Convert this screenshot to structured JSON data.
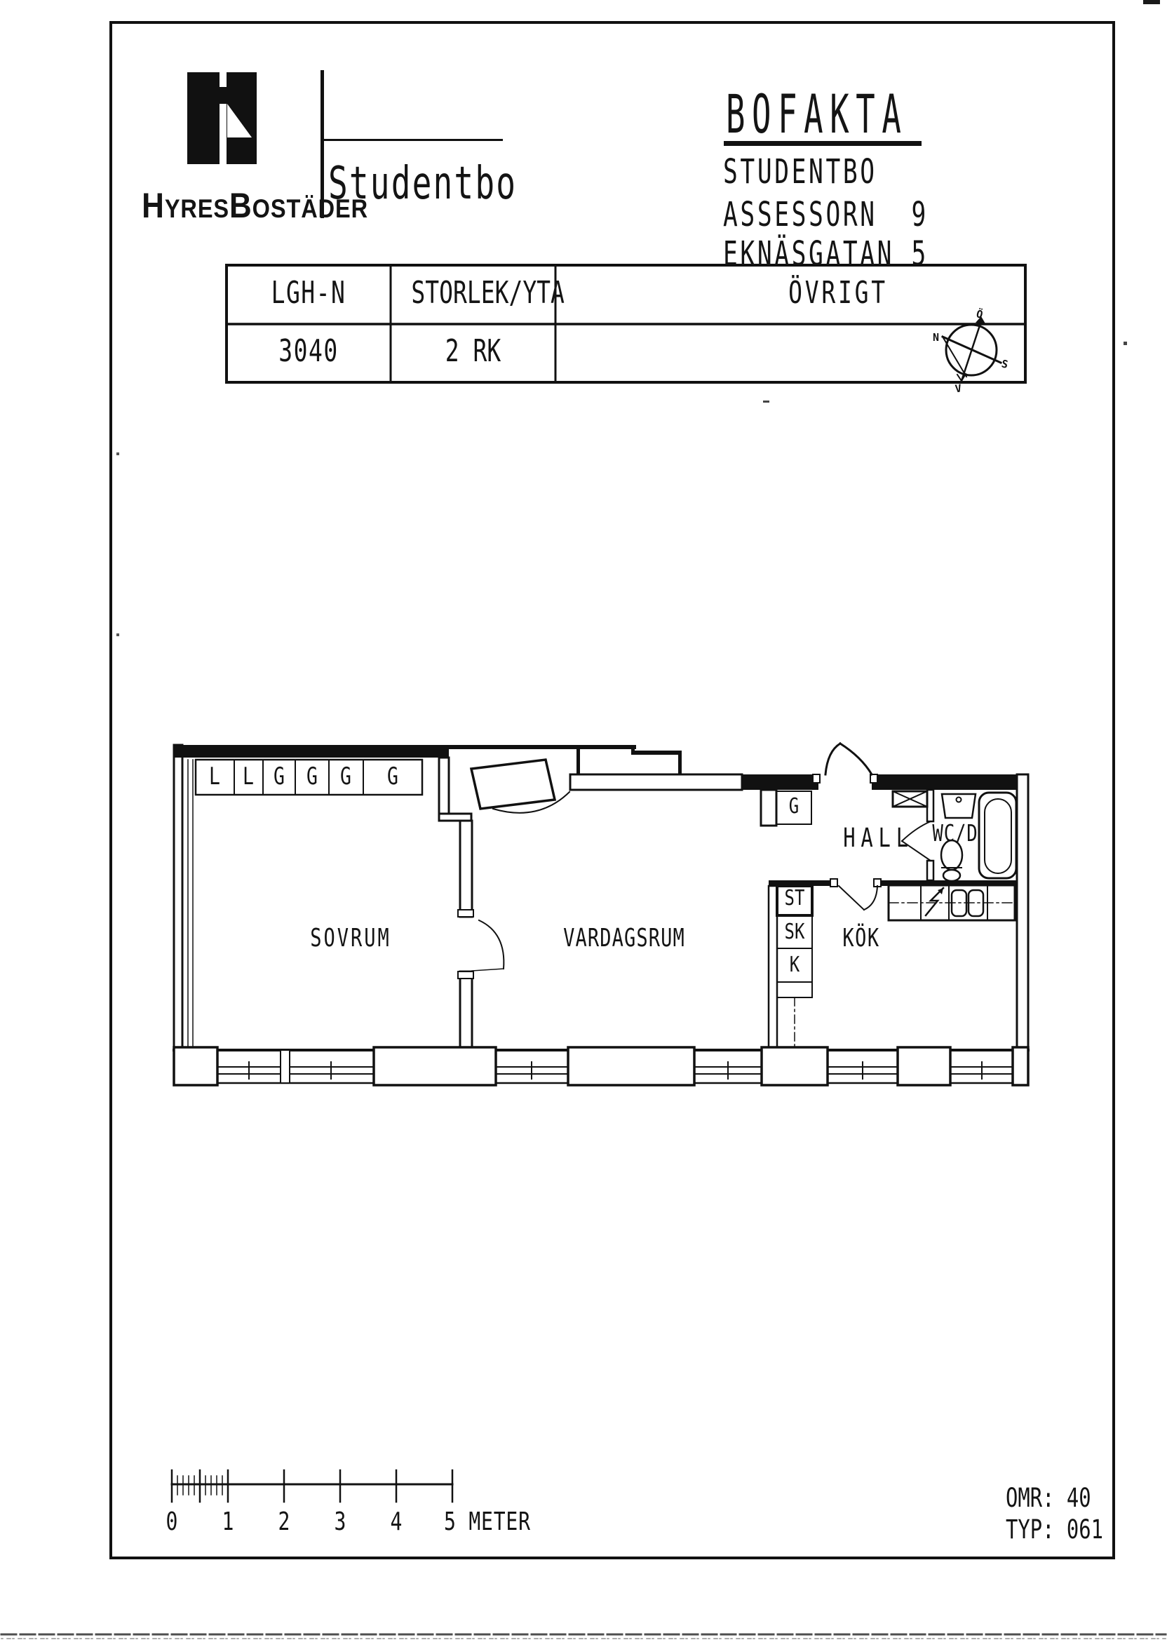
{
  "header": {
    "brand_parts": [
      "H",
      "YRES",
      "B",
      "OSTÄDER"
    ],
    "brand_right": "Studentbo"
  },
  "title_block": {
    "title": "BOFAKTA",
    "subtitle_lines": [
      "STUDENTBO",
      "ASSESSORN  9",
      "EKNÄSGATAN 5"
    ]
  },
  "info_table": {
    "columns": [
      "LGH-N",
      "STORLEK/YTA",
      "ÖVRIGT"
    ],
    "row": {
      "lgh_n": "3040",
      "storlek_yta": "2 RK"
    }
  },
  "compass": {
    "labels": {
      "n": "N",
      "o": "Ö",
      "s": "S",
      "v": "V"
    }
  },
  "floor_plan": {
    "rooms": {
      "sovrum": "SOVRUM",
      "vardagsrum": "VARDAGSRUM",
      "kok": "KÖK",
      "hall": "HALL",
      "wcd": "WC/D"
    },
    "wardrobe_row": [
      "L",
      "L",
      "G",
      "G",
      "G",
      "G"
    ],
    "hall_wardrobe": "G",
    "closet_column": [
      "ST",
      "SK",
      "K"
    ]
  },
  "scale_bar": {
    "tick_labels": [
      "0",
      "1",
      "2",
      "3",
      "4"
    ],
    "end_label": "5 METER"
  },
  "footer": {
    "omr": "OMR: 40",
    "typ": "TYP: 061"
  },
  "ink_color": "#111111"
}
